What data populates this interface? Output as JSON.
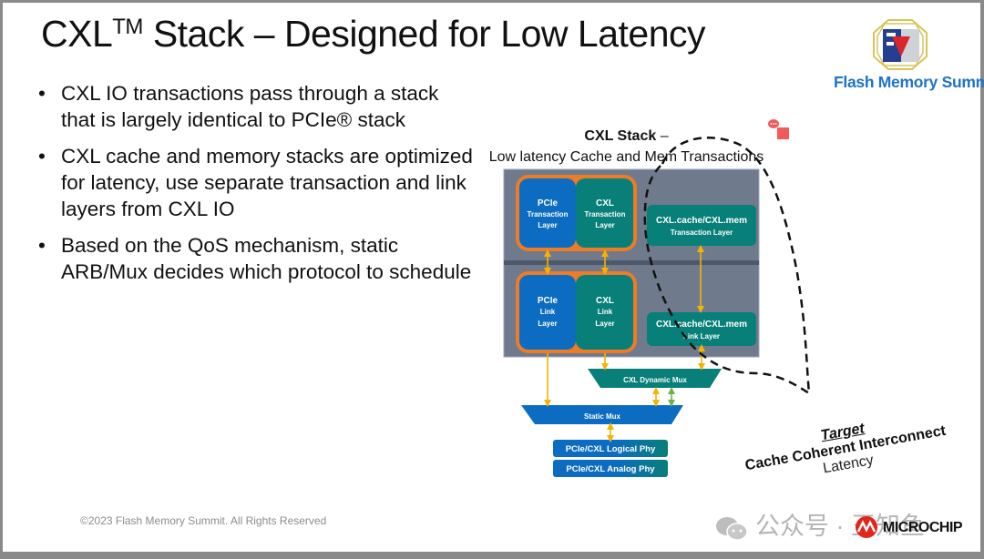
{
  "slide": {
    "title_main": "CXL",
    "title_sup": "TM",
    "title_rest": " Stack – Designed for Low Latency",
    "bullets": [
      "CXL IO transactions pass through a stack that is largely identical to PCIe® stack",
      "CXL cache and memory stacks are optimized for latency, use separate transaction and link layers from CXL IO",
      "Based on the QoS mechanism, static ARB/Mux decides which protocol to schedule"
    ],
    "bullet_glyph": "•",
    "footer": "©2023 Flash Memory Summit. All Rights Reserved",
    "logo_text": "Flash Memory Summit",
    "sponsor_logo_text": "MICROCHIP",
    "watermark": "公众号 · 王知鱼"
  },
  "diagram": {
    "title_bold": "CXL Stack",
    "title_dash": " –",
    "subtitle": "Low latency Cache and Mem Transactions",
    "blocks": {
      "pcie_transaction": [
        "PCIe",
        "Transaction",
        "Layer"
      ],
      "cxl_transaction": [
        "CXL",
        "Transaction",
        "Layer"
      ],
      "cxl_cachemem_transaction": [
        "CXL.cache/CXL.mem",
        "Transaction Layer"
      ],
      "pcie_link": [
        "PCIe",
        "Link",
        "Layer"
      ],
      "cxl_link": [
        "CXL",
        "Link",
        "Layer"
      ],
      "cxl_cachemem_link": [
        "CXL.cache/CXL.mem",
        "Link Layer"
      ],
      "dynamic_mux": "CXL Dynamic Mux",
      "static_mux": "Static Mux",
      "logical_phy": "PCIe/CXL Logical Phy",
      "analog_phy": "PCIe/CXL Analog Phy"
    },
    "target_label": "Target",
    "target_line1": "Cache Coherent Interconnect",
    "target_line2": "Latency",
    "colors": {
      "panel": "#6f7a8c",
      "pcie_blue": "#0b6cc1",
      "cxl_teal": "#087f78",
      "orange": "#ee7b25",
      "arrow_yellow": "#f4b400",
      "arrow_green": "#6fb04a"
    }
  }
}
